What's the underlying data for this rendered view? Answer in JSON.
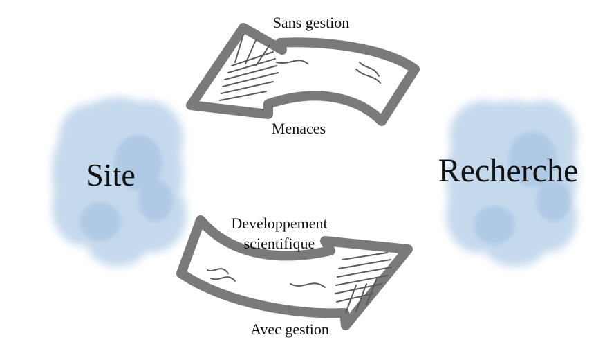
{
  "nodes": {
    "left": {
      "label": "Site"
    },
    "right": {
      "label": "Recherche"
    }
  },
  "arrows": {
    "top": {
      "label_above": "Sans gestion",
      "label_below": "Menaces"
    },
    "bottom": {
      "label_above_line1": "Developpement",
      "label_above_line2": "scientifique",
      "label_below": "Avec gestion"
    }
  },
  "colors": {
    "cloud": "#bcd3ea",
    "cloud_dark": "#9fbfe0",
    "arrow_stroke": "#7a7a7a",
    "arrow_fill": "#ffffff",
    "hatch": "#5a5a5a",
    "text": "#111111"
  }
}
